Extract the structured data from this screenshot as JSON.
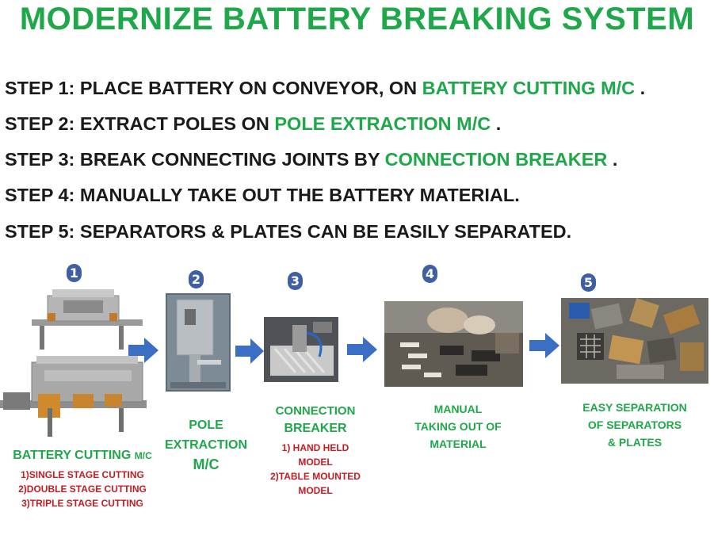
{
  "title": "MODERNIZE BATTERY BREAKING SYSTEM",
  "steps": [
    {
      "prefix": "STEP 1:  PLACE BATTERY ON CONVEYOR, ON ",
      "highlight": "BATTERY CUTTING M/C",
      "suffix": " ."
    },
    {
      "prefix": "STEP 2: EXTRACT POLES ON ",
      "highlight": "POLE EXTRACTION M/C",
      "suffix": " ."
    },
    {
      "prefix": "STEP 3: BREAK CONNECTING JOINTS BY ",
      "highlight": "CONNECTION BREAKER",
      "suffix": " ."
    },
    {
      "prefix": "STEP 4: MANUALLY TAKE OUT THE BATTERY MATERIAL.",
      "highlight": "",
      "suffix": ""
    },
    {
      "prefix": "STEP 5: SEPARATORS & PLATES CAN BE EASILY SEPARATED.",
      "highlight": "",
      "suffix": ""
    }
  ],
  "stages": [
    {
      "number": "1",
      "caption_main": "BATTERY CUTTING ",
      "caption_suffix": "M/C",
      "details": [
        "1)SINGLE STAGE CUTTING",
        "2)DOUBLE STAGE CUTTING",
        "3)TRIPLE STAGE CUTTING"
      ]
    },
    {
      "number": "2",
      "caption_lines": [
        "POLE",
        "EXTRACTION",
        "M/C"
      ]
    },
    {
      "number": "3",
      "caption_lines": [
        "CONNECTION",
        "BREAKER"
      ],
      "details": [
        "1) HAND HELD",
        "MODEL",
        "2)TABLE MOUNTED",
        "MODEL"
      ]
    },
    {
      "number": "4",
      "caption_lines": [
        "MANUAL",
        "TAKING OUT OF",
        "MATERIAL"
      ]
    },
    {
      "number": "5",
      "caption_lines": [
        "EASY SEPARATION",
        "OF SEPARATORS",
        "& PLATES"
      ]
    }
  ],
  "colors": {
    "green": "#1fa84a",
    "red": "#c31d24",
    "arrow": "#3b6fc4",
    "badge": "#3f5ea3"
  }
}
